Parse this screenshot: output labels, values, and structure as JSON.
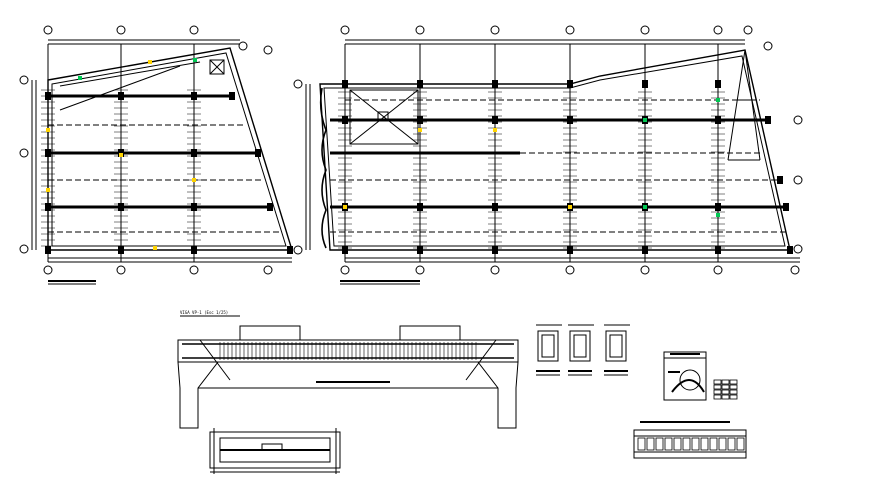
{
  "drawing": {
    "background": "#ffffff",
    "line_color": "#000000",
    "accent_colors": [
      "#ffd400",
      "#00c853"
    ],
    "caption": "VIGA VP-1 (Esc 1/25)"
  },
  "plans": [
    {
      "id": "left-plan",
      "grid_x_count": 5,
      "grid_y_count": 5,
      "has_title_bar": true
    },
    {
      "id": "right-plan",
      "grid_x_count": 8,
      "grid_y_count": 5,
      "has_title_bar": true
    }
  ],
  "details": {
    "beam_elevation": true,
    "beam_plan": true,
    "column_sections_count": 3,
    "legend_block": true,
    "footing_schedule": true
  }
}
